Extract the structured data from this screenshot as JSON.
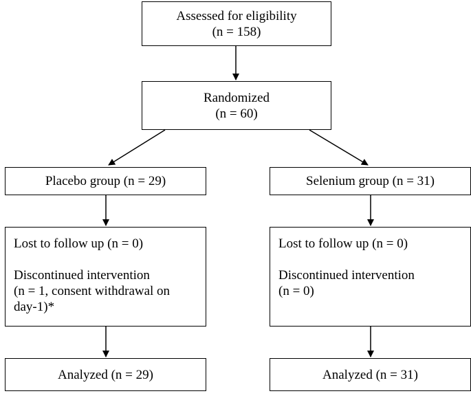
{
  "flowchart": {
    "assessed": {
      "title": "Assessed for eligibility",
      "count": "(n = 158)"
    },
    "randomized": {
      "title": "Randomized",
      "count": "(n = 60)"
    },
    "placebo": {
      "group": "Placebo group (n = 29)",
      "lost": "Lost to follow up (n = 0)",
      "discontinued": "Discontinued intervention",
      "discontinued_detail_1": "(n = 1, consent withdrawal on",
      "discontinued_detail_2": "day-1)*",
      "analyzed": "Analyzed (n = 29)"
    },
    "selenium": {
      "group": "Selenium group (n = 31)",
      "lost": "Lost to follow up (n = 0)",
      "discontinued": "Discontinued intervention",
      "discontinued_detail_1": "(n = 0)",
      "analyzed": "Analyzed (n = 31)"
    }
  }
}
